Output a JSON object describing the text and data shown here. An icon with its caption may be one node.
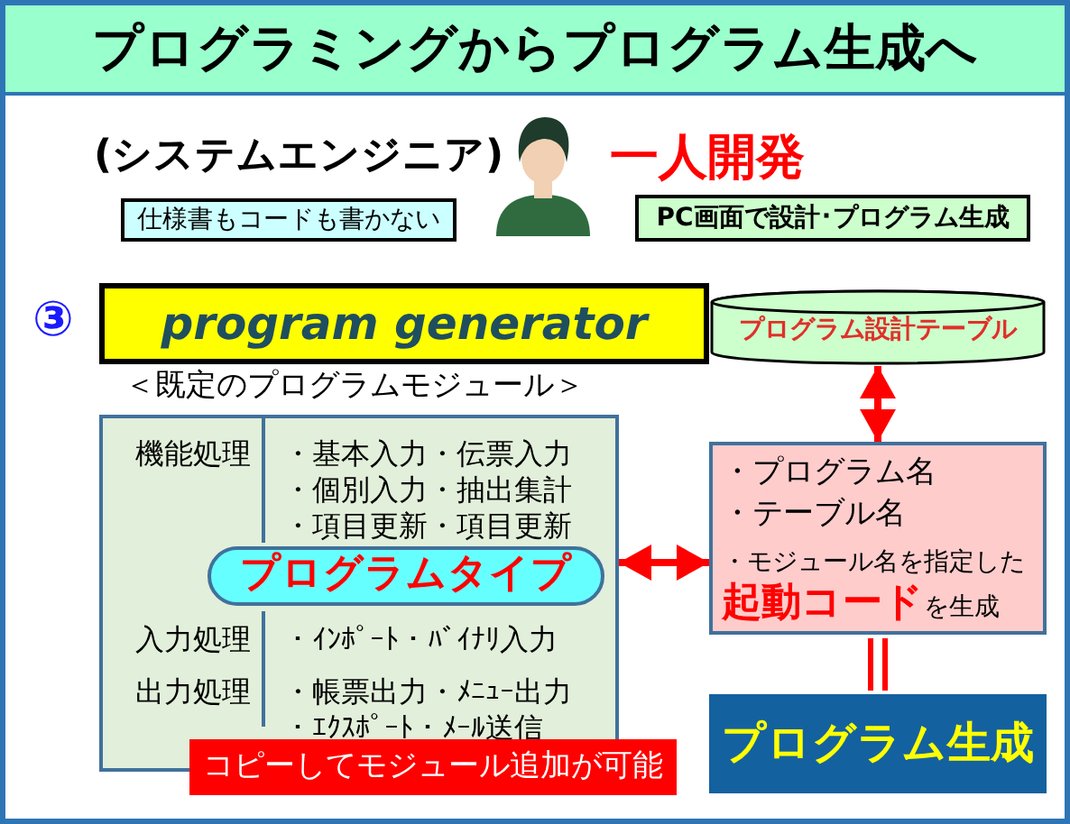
{
  "diagram": {
    "title": "プログラミングからプログラム生成へ",
    "nodes": [
      {
        "text": [
          "仕様書もコードも書かない"
        ]
      },
      {
        "text": [
          "PC画面で設計･プログラム生成"
        ]
      },
      {
        "text": [
          "program generator"
        ]
      },
      {
        "text": [
          "プログラム設計テーブル"
        ]
      },
      {
        "text": [
          "＜既定のプログラムモジュール＞",
          "機能処理",
          "・基本入力・伝票入力",
          "・個別入力・抽出集計",
          "・項目更新・項目更新",
          "入力処理",
          "・ｲﾝﾎﾟｰﾄ・ﾊﾞｲﾅﾘ入力",
          "出力処理",
          "・帳票出力・ﾒﾆｭｰ出力",
          "・ｴｸｽﾎﾟｰﾄ・ﾒｰﾙ送信"
        ]
      },
      {
        "text": [
          "プログラムタイプ"
        ],
        "in": 4
      },
      {
        "text": [
          "コピーしてモジュール追加が可能"
        ]
      },
      {
        "text": [
          "・プログラム名",
          "・テーブル名",
          "・モジュール名を指定した**起動コード**を生成"
        ]
      },
      {
        "text": [
          "プログラム生成"
        ]
      }
    ],
    "edges": [
      {
        "from": 3,
        "to": 7,
        "arrow": "both"
      },
      {
        "from": 4,
        "to": 7,
        "arrow": "both"
      },
      {
        "from": 7,
        "to": 8,
        "arrow": "none"
      }
    ],
    "labels": [
      "(システムエンジニア)",
      "一人開発",
      "③"
    ]
  }
}
